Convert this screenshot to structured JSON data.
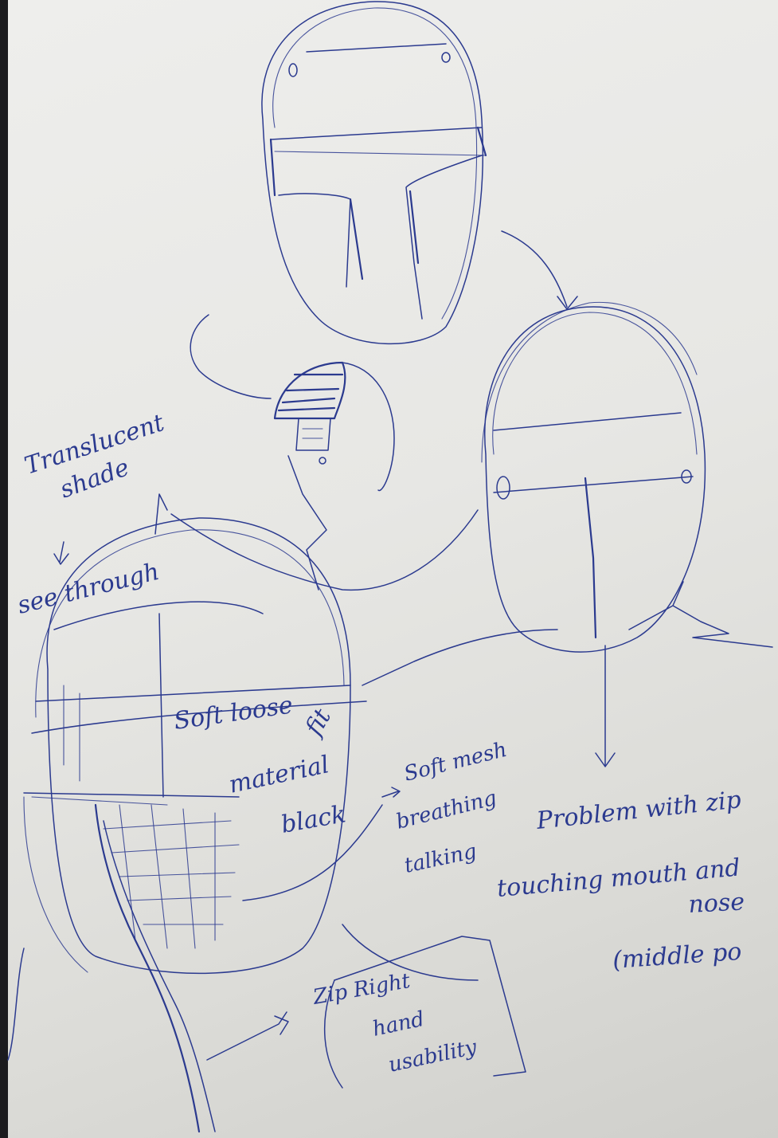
{
  "annotations": {
    "translucent_line1": "Translucent",
    "translucent_line2": "shade",
    "see_through": "see through",
    "soft_loose": "Soft loose",
    "fit": "fit",
    "material": "material",
    "black": "black",
    "soft_mesh_line1": "Soft mesh",
    "soft_mesh_line2": "breathing",
    "soft_mesh_line3": "talking",
    "problem_line1": "Problem with zip",
    "problem_line2": "touching mouth and",
    "problem_line3": "nose",
    "problem_line4": "(middle po",
    "zip_line1": "Zip Right",
    "zip_line2": "hand",
    "zip_line3": "usability"
  },
  "colors": {
    "ink": "#2b3a8f",
    "paper": "#e7e7e4",
    "background": "#1b1b1e"
  }
}
